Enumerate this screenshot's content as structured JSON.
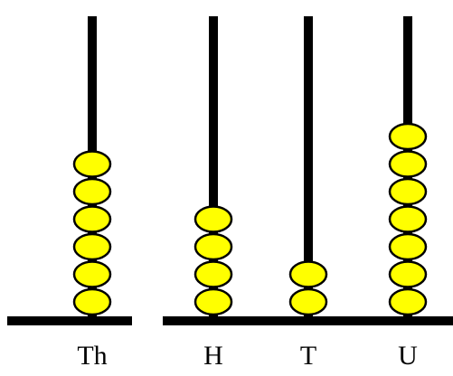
{
  "colors": {
    "bead_fill": "#ffff00",
    "bead_stroke": "#000000",
    "rod": "#000000",
    "base": "#000000",
    "label": "#000000",
    "background": "#ffffff"
  },
  "rods": [
    {
      "label": "Th",
      "beads": 6
    },
    {
      "label": "H",
      "beads": 4
    },
    {
      "label": "T",
      "beads": 2
    },
    {
      "label": "U",
      "beads": 7
    }
  ]
}
